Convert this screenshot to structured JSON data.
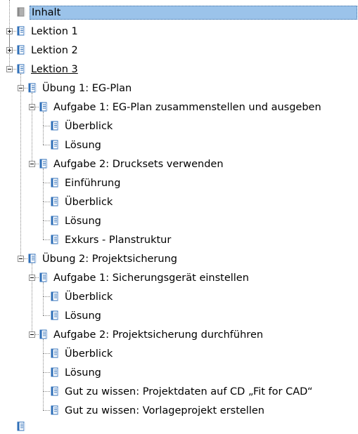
{
  "tree": {
    "nodes": [
      {
        "label": "Inhalt",
        "level": 0,
        "kind": "root",
        "selected": true
      },
      {
        "label": "Lektion 1",
        "level": 0,
        "kind": "book",
        "expander": "collapsed"
      },
      {
        "label": "Lektion 2",
        "level": 0,
        "kind": "book",
        "expander": "collapsed"
      },
      {
        "label": "Lektion 3",
        "level": 0,
        "kind": "book",
        "expander": "expanded",
        "underlined": true
      },
      {
        "label": "Übung 1: EG-Plan",
        "level": 1,
        "kind": "book",
        "expander": "expanded"
      },
      {
        "label": "Aufgabe 1: EG-Plan zusammenstellen und ausgeben",
        "level": 2,
        "kind": "book",
        "expander": "expanded"
      },
      {
        "label": "Überblick",
        "level": 3,
        "kind": "page"
      },
      {
        "label": "Lösung",
        "level": 3,
        "kind": "page"
      },
      {
        "label": "Aufgabe 2: Drucksets verwenden",
        "level": 2,
        "kind": "book",
        "expander": "expanded"
      },
      {
        "label": "Einführung",
        "level": 3,
        "kind": "page"
      },
      {
        "label": "Überblick",
        "level": 3,
        "kind": "page"
      },
      {
        "label": "Lösung",
        "level": 3,
        "kind": "page"
      },
      {
        "label": "Exkurs - Planstruktur",
        "level": 3,
        "kind": "page"
      },
      {
        "label": "Übung 2: Projektsicherung",
        "level": 1,
        "kind": "book",
        "expander": "expanded"
      },
      {
        "label": "Aufgabe 1: Sicherungsgerät einstellen",
        "level": 2,
        "kind": "book",
        "expander": "expanded"
      },
      {
        "label": "Überblick",
        "level": 3,
        "kind": "page"
      },
      {
        "label": "Lösung",
        "level": 3,
        "kind": "page"
      },
      {
        "label": "Aufgabe 2: Projektsicherung durchführen",
        "level": 2,
        "kind": "book",
        "expander": "expanded"
      },
      {
        "label": "Überblick",
        "level": 3,
        "kind": "page"
      },
      {
        "label": "Lösung",
        "level": 3,
        "kind": "page"
      },
      {
        "label": "Gut zu wissen: Projektdaten auf CD „Fit for CAD“",
        "level": 3,
        "kind": "page"
      },
      {
        "label": "Gut zu wissen: Vorlageprojekt erstellen",
        "level": 3,
        "kind": "page"
      }
    ]
  },
  "colors": {
    "selection": "#9bc3ea",
    "book_blue": "#2f6fb8",
    "root_gray": "#8a8a8a"
  },
  "icons": {
    "book": "book-icon",
    "page": "page-icon",
    "root": "contents-icon",
    "expander": "tree-expander-icon"
  }
}
